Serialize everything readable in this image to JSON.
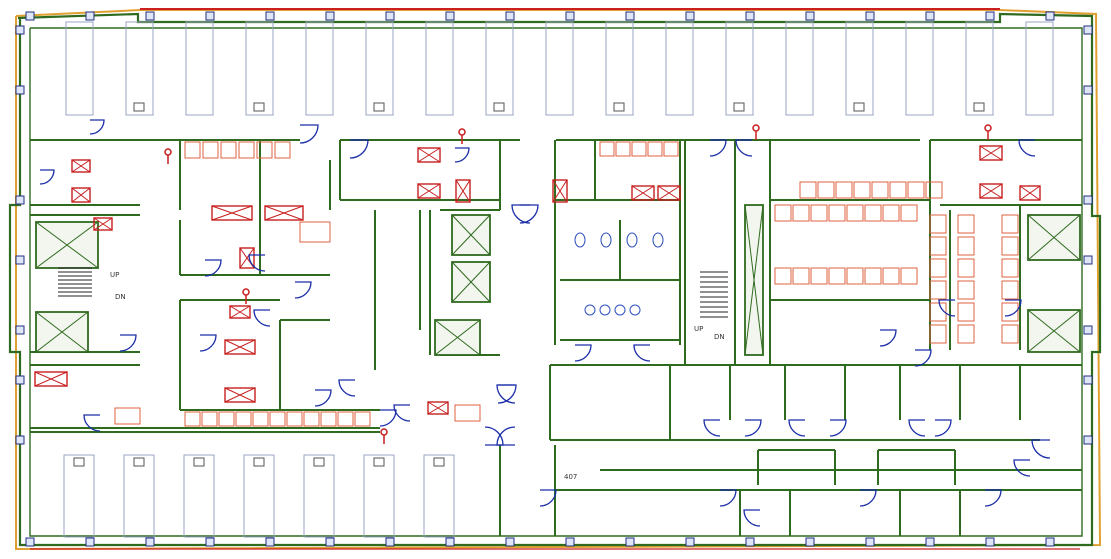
{
  "plan": {
    "room_number": "407",
    "stair_labels": {
      "west_up": "UP",
      "west_down": "DN",
      "east_up": "UP",
      "east_down": "DN"
    }
  },
  "colors": {
    "wall": "#2f6b1f",
    "wall_fill": "#f2f6ee",
    "exterior_accent": "#e0a030",
    "exterior_red": "#cc2020",
    "door": "#1a2ea8",
    "equipment_red": "#c81e1e",
    "furniture": "#e06040",
    "bed_outline": "#9aa4c4",
    "fixture_blue": "#3050c0",
    "thin_line": "#555555"
  }
}
